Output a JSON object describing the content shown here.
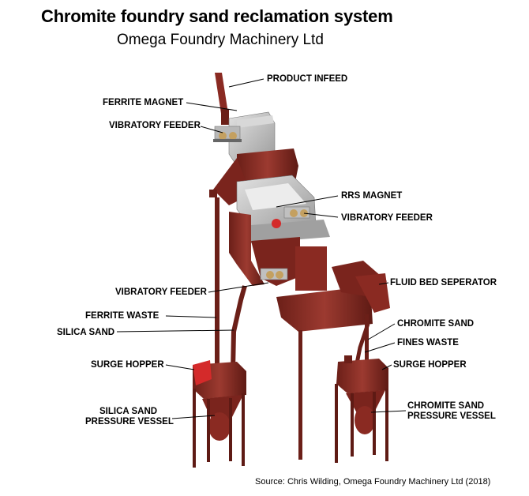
{
  "header": {
    "title": "Chromite foundry sand reclamation system",
    "subtitle": "Omega Foundry Machinery Ltd"
  },
  "labels": {
    "product_infeed": "PRODUCT INFEED",
    "ferrite_magnet": "FERRITE MAGNET",
    "vibratory_feeder_top": "VIBRATORY FEEDER",
    "rrs_magnet": "RRS MAGNET",
    "vibratory_feeder_mid": "VIBRATORY FEEDER",
    "vibratory_feeder_low": "VIBRATORY FEEDER",
    "fluid_bed_separator": "FLUID BED SEPERATOR",
    "ferrite_waste": "FERRITE WASTE",
    "silica_sand": "SILICA SAND",
    "chromite_sand": "CHROMITE SAND",
    "fines_waste": "FINES WASTE",
    "surge_hopper_left": "SURGE HOPPER",
    "surge_hopper_right": "SURGE HOPPER",
    "silica_pressure_vessel_line1": "SILICA SAND",
    "silica_pressure_vessel_line2": "PRESSURE VESSEL",
    "chromite_pressure_vessel_line1": "CHROMITE SAND",
    "chromite_pressure_vessel_line2": "PRESSURE VESSEL"
  },
  "footer": {
    "source": "Source: Chris Wilding, Omega Foundry Machinery Ltd  (2018)"
  },
  "colors": {
    "steel_red": "#8a2a22",
    "steel_dark": "#5e1a14",
    "steel_light": "#a5423a",
    "magnet_grey": "#c9c9c9",
    "accent_red": "#d42a2a"
  }
}
